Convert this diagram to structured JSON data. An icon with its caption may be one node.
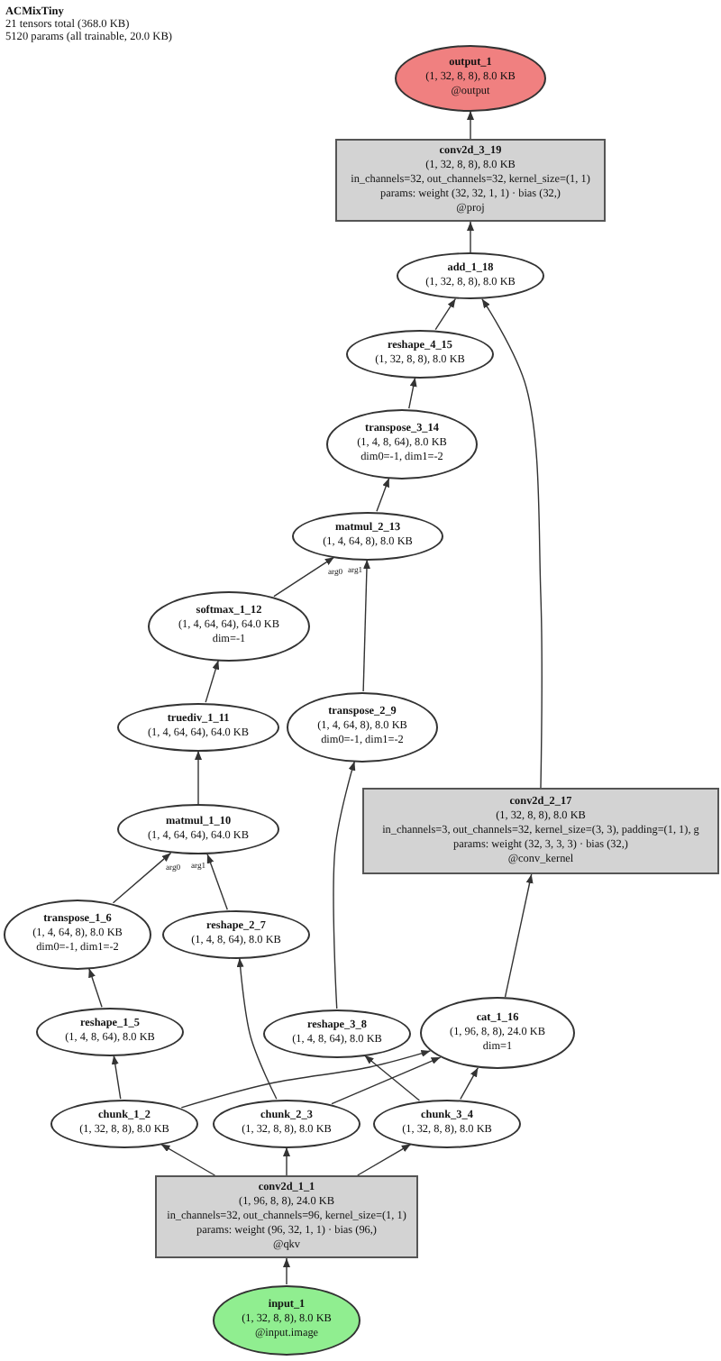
{
  "diagram": {
    "title": "ACMixTiny",
    "nodes": [
      {
        "text": [
          "output_1",
          "(1, 32, 8, 8), 8.0 KB",
          "@output"
        ]
      },
      {
        "text": [
          "conv2d_3_19",
          "(1, 32, 8, 8), 8.0 KB",
          "in_channels=32, out_channels=32, kernel_size=(1, 1)",
          "params: weight (32, 32, 1, 1) · bias (32,)",
          "@proj"
        ]
      },
      {
        "text": [
          "add_1_18",
          "(1, 32, 8, 8), 8.0 KB"
        ]
      },
      {
        "text": [
          "reshape_4_15",
          "(1, 32, 8, 8), 8.0 KB"
        ]
      },
      {
        "text": [
          "transpose_3_14",
          "(1, 4, 8, 64), 8.0 KB",
          "dim0=-1, dim1=-2"
        ]
      },
      {
        "text": [
          "matmul_2_13",
          "(1, 4, 64, 8), 8.0 KB"
        ]
      },
      {
        "text": [
          "softmax_1_12",
          "(1, 4, 64, 64), 64.0 KB",
          "dim=-1"
        ]
      },
      {
        "text": [
          "transpose_2_9",
          "(1, 4, 64, 8), 8.0 KB",
          "dim0=-1, dim1=-2"
        ]
      },
      {
        "text": [
          "truediv_1_11",
          "(1, 4, 64, 64), 64.0 KB"
        ]
      },
      {
        "text": [
          "conv2d_2_17",
          "(1, 32, 8, 8), 8.0 KB",
          "in_channels=3, out_channels=32, kernel_size=(3, 3), padding=(1, 1), g",
          "params: weight (32, 3, 3, 3) · bias (32,)",
          "@conv_kernel"
        ]
      },
      {
        "text": [
          "matmul_1_10",
          "(1, 4, 64, 64), 64.0 KB"
        ]
      },
      {
        "text": [
          "transpose_1_6",
          "(1, 4, 64, 8), 8.0 KB",
          "dim0=-1, dim1=-2"
        ]
      },
      {
        "text": [
          "reshape_2_7",
          "(1, 4, 8, 64), 8.0 KB"
        ]
      },
      {
        "text": [
          "reshape_1_5",
          "(1, 4, 8, 64), 8.0 KB"
        ]
      },
      {
        "text": [
          "reshape_3_8",
          "(1, 4, 8, 64), 8.0 KB"
        ]
      },
      {
        "text": [
          "cat_1_16",
          "(1, 96, 8, 8), 24.0 KB",
          "dim=1"
        ]
      },
      {
        "text": [
          "chunk_1_2",
          "(1, 32, 8, 8), 8.0 KB"
        ]
      },
      {
        "text": [
          "chunk_2_3",
          "(1, 32, 8, 8), 8.0 KB"
        ]
      },
      {
        "text": [
          "chunk_3_4",
          "(1, 32, 8, 8), 8.0 KB"
        ]
      },
      {
        "text": [
          "conv2d_1_1",
          "(1, 96, 8, 8), 24.0 KB",
          "in_channels=32, out_channels=96, kernel_size=(1, 1)",
          "params: weight (96, 32, 1, 1) · bias (96,)",
          "@qkv"
        ]
      },
      {
        "text": [
          "input_1",
          "(1, 32, 8, 8), 8.0 KB",
          "@input.image"
        ]
      }
    ],
    "edges": [
      {
        "from": 20,
        "to": 19,
        "arrow": "to"
      },
      {
        "from": 19,
        "to": 16,
        "arrow": "to"
      },
      {
        "from": 19,
        "to": 17,
        "arrow": "to"
      },
      {
        "from": 19,
        "to": 18,
        "arrow": "to"
      },
      {
        "from": 16,
        "to": 13,
        "arrow": "to"
      },
      {
        "from": 16,
        "to": 15,
        "arrow": "to"
      },
      {
        "from": 17,
        "to": 12,
        "arrow": "to"
      },
      {
        "from": 17,
        "to": 15,
        "arrow": "to"
      },
      {
        "from": 18,
        "to": 14,
        "arrow": "to"
      },
      {
        "from": 18,
        "to": 15,
        "arrow": "to"
      },
      {
        "from": 13,
        "to": 11,
        "arrow": "to"
      },
      {
        "from": 14,
        "to": 7,
        "arrow": "to"
      },
      {
        "from": 11,
        "to": 10,
        "arrow": "to",
        "label": "arg0"
      },
      {
        "from": 12,
        "to": 10,
        "arrow": "to",
        "label": "arg1"
      },
      {
        "from": 10,
        "to": 8,
        "arrow": "to"
      },
      {
        "from": 8,
        "to": 6,
        "arrow": "to"
      },
      {
        "from": 6,
        "to": 5,
        "arrow": "to",
        "label": "arg0"
      },
      {
        "from": 7,
        "to": 5,
        "arrow": "to",
        "label": "arg1"
      },
      {
        "from": 5,
        "to": 4,
        "arrow": "to"
      },
      {
        "from": 4,
        "to": 3,
        "arrow": "to"
      },
      {
        "from": 3,
        "to": 2,
        "arrow": "to"
      },
      {
        "from": 15,
        "to": 9,
        "arrow": "to"
      },
      {
        "from": 9,
        "to": 2,
        "arrow": "to"
      },
      {
        "from": 2,
        "to": 1,
        "arrow": "to"
      },
      {
        "from": 1,
        "to": 0,
        "arrow": "to"
      }
    ],
    "labels": [
      "21 tensors total (368.0 KB)",
      "5120 params (all trainable, 20.0 KB)"
    ]
  }
}
